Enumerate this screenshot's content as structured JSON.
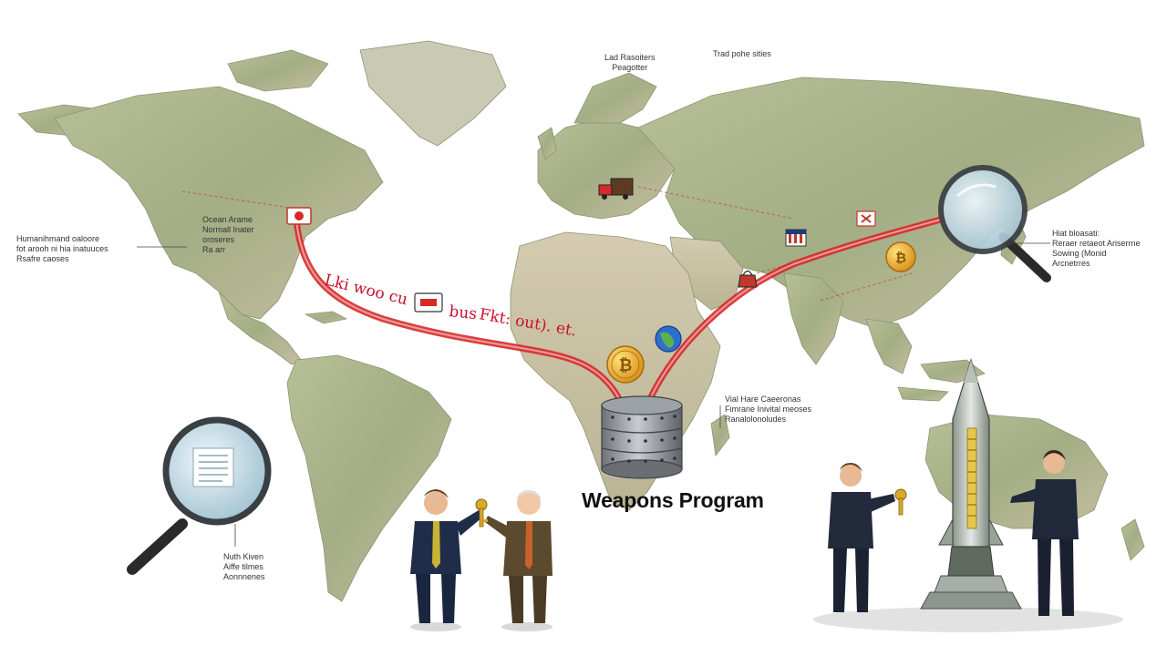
{
  "title": "Weapons Program",
  "route_text": {
    "left": "Lki woo cu",
    "middle": "bus",
    "right": "Fkt: out). et."
  },
  "annotations": {
    "north_america": [
      "Ocean Arame",
      "Normall Inater",
      "oroseres",
      "Ra arr"
    ],
    "west": [
      "Humanihmand oaloore",
      "fot arooh ni hia inatuuces",
      "Rsafre caoses"
    ],
    "top_center": [
      "Lad Rasoiters",
      "Peagotter"
    ],
    "top_right": [
      "Trad pohe sities"
    ],
    "east": [
      "Hiat bloasati:",
      "Reraer retaeot Ariserrne",
      "Sowing (Monid",
      "Arcnetrres"
    ],
    "africa_east": [
      "Vial Hare Caeeronas",
      "Fimrane Inivital meoses",
      "Ranalolonoludes"
    ],
    "bottom_left": [
      "Nuth Kiven",
      "Aiffe tilmes",
      "Aonnnenes"
    ]
  },
  "icon_names": [
    "magnifier-icon",
    "bitcoin-coin-icon",
    "globe-icon",
    "flag-icon",
    "vault-icon",
    "rocket-icon",
    "key-icon"
  ],
  "colors": {
    "route": "#d42a2a",
    "land": "#a9b389",
    "ocean": "#ffffff",
    "coin": "#e9a820"
  }
}
